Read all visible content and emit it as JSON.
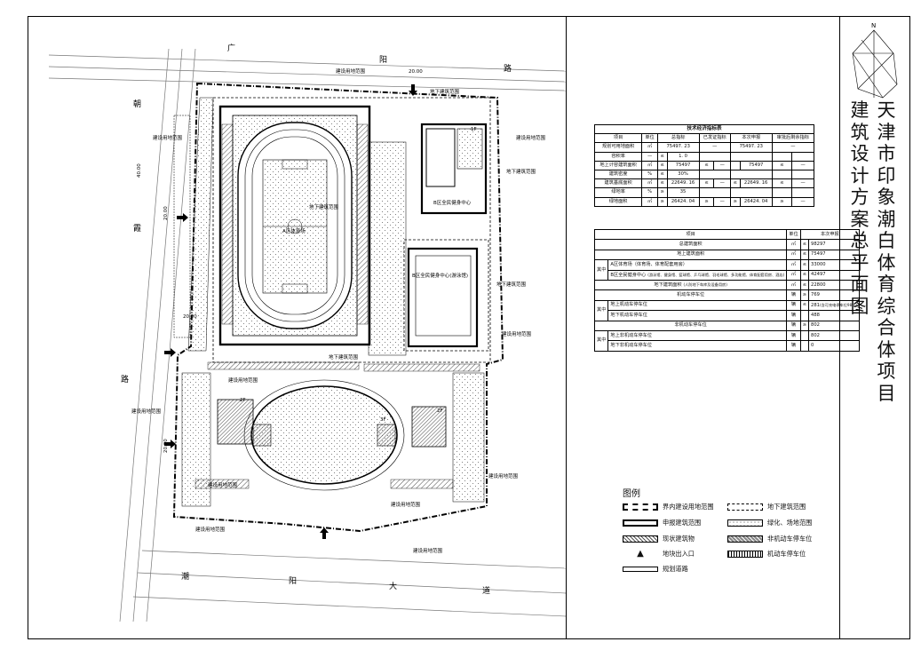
{
  "title": {
    "line1": "天津市印象潮白体育综合体项目",
    "line2": "建筑设计方案总平面图"
  },
  "north_label": "N",
  "roads": {
    "guangyang_chars": [
      "广",
      "阳",
      "路"
    ],
    "zhaoxia_chars": [
      "朝",
      "霞",
      "路"
    ],
    "chaoyang_chars": [
      "潮",
      "阳",
      "大",
      "道"
    ]
  },
  "dimensions": {
    "top_width": "20.00",
    "left_40": "40.00",
    "left_20a": "20.00",
    "left_20b": "20.00",
    "left_20c": "20.00"
  },
  "plan_labels": {
    "construction_land": "建设用地范围",
    "underground": "地下建筑范围",
    "zone_a": "A区体育场",
    "zone_b_top": "B区全民健身中心",
    "zone_b_main": "B区全民健身中心(游泳馆)",
    "floor_2f": "2F",
    "floor_3f": "3F",
    "floor_1f": "1F"
  },
  "table1": {
    "caption": "技术经济指标表",
    "headers": [
      "项目",
      "单位",
      "总指标",
      "已发证指标",
      "本次申报",
      "审批后剩余指标"
    ],
    "rows": [
      [
        "规划可用地面积",
        "㎡",
        "75497. 23",
        "—",
        "75497. 23",
        "—"
      ],
      [
        "容积率",
        "—",
        "≤",
        "1. 0",
        "",
        "",
        "",
        ""
      ],
      [
        "地上计容建筑面积",
        "㎡",
        "≤",
        "75497",
        "≤",
        "—",
        "",
        "75497",
        "≤",
        "—"
      ],
      [
        "建筑密度",
        "%",
        "≤",
        "30%",
        "",
        "",
        "",
        ""
      ],
      [
        "建筑基底面积",
        "㎡",
        "≤",
        "22649. 16",
        "≤",
        "—",
        "≤",
        "22649. 16",
        "≤",
        "—"
      ],
      [
        "绿地率",
        "%",
        "≥",
        "35",
        "",
        "",
        "",
        ""
      ],
      [
        "绿地面积",
        "㎡",
        "≥",
        "26424. 04",
        "≥",
        "—",
        "≥",
        "26424. 04",
        "≥",
        "—"
      ]
    ]
  },
  "table2": {
    "headers": [
      "项目",
      "单位",
      "本次申报"
    ],
    "other_label": "其中",
    "rows": [
      {
        "item": "总建筑面积",
        "unit": "㎡",
        "op": "≤",
        "value": "98297"
      },
      {
        "item": "地上建筑面积",
        "unit": "㎡",
        "op": "≤",
        "value": "75497"
      },
      {
        "item": "A区体育场（体育场、体育配套用房）",
        "unit": "㎡",
        "op": "≤",
        "value": "33000"
      },
      {
        "item": "B区全民健身中心",
        "sub": "(游泳馆、健身馆、篮球馆、乒乓球馆、羽毛球馆、多功能馆、体育配套用房、酒店)",
        "unit": "㎡",
        "op": "≤",
        "value": "42497"
      },
      {
        "item": "地下建筑面积",
        "sub": "(人防地下车库及设备用房)",
        "unit": "㎡",
        "op": "≤",
        "value": "22800"
      },
      {
        "item": "机动车停车位",
        "unit": "辆",
        "op": "≥",
        "value": "769"
      },
      {
        "item": "地上机动车停车位",
        "unit": "辆",
        "op": "≤",
        "value": "281",
        "note": "(含可充电停车位98个)"
      },
      {
        "item": "地下机动车停车位",
        "unit": "辆",
        "op": "",
        "value": "488"
      },
      {
        "item": "非机动车停车位",
        "unit": "辆",
        "op": "≥",
        "value": "802"
      },
      {
        "item": "地上非机动车停车位",
        "unit": "辆",
        "op": "",
        "value": "802"
      },
      {
        "item": "地下非机动车停车位",
        "unit": "辆",
        "op": "",
        "value": "0"
      }
    ]
  },
  "legend": {
    "title": "图例",
    "items": [
      "界内建设用地范围",
      "申报建筑范围",
      "现状建筑物",
      "地块出入口",
      "规划道路",
      "地下建筑范围",
      "绿化、场地范围",
      "非机动车停车位",
      "机动车停车位"
    ]
  }
}
